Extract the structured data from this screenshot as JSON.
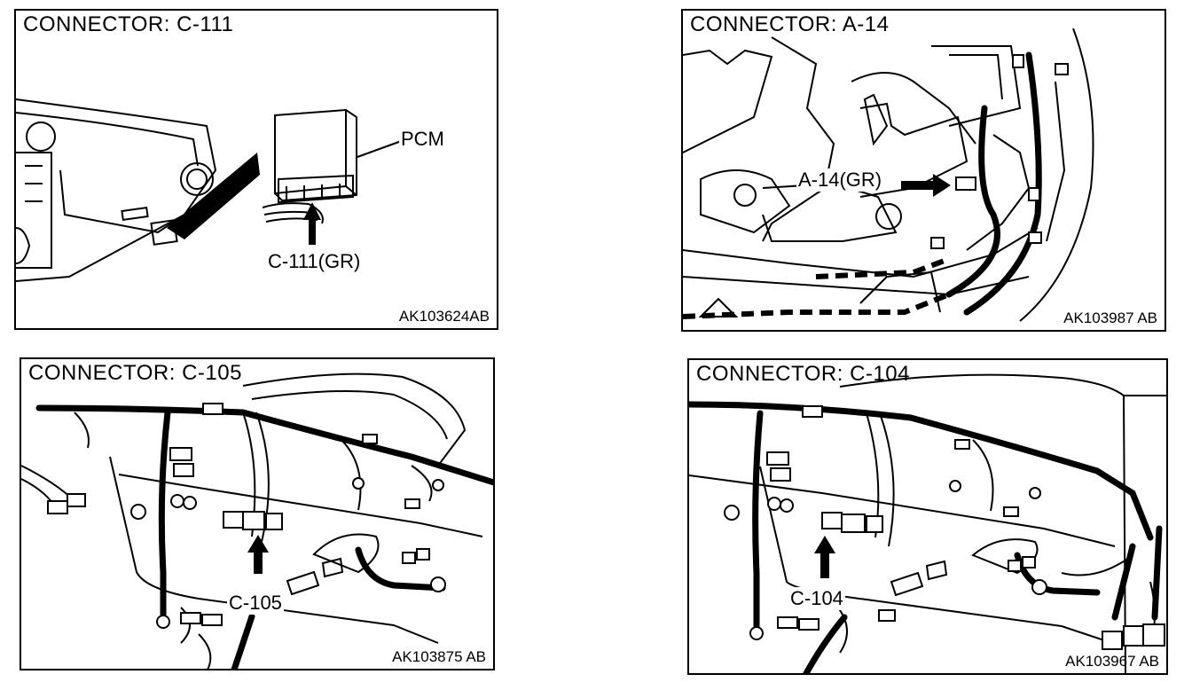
{
  "panels": [
    {
      "title": "CONNECTOR: C-111",
      "callouts": [
        "PCM",
        "C-111(GR)"
      ],
      "code": "AK103624AB"
    },
    {
      "title": "CONNECTOR: A-14",
      "callouts": [
        "A-14(GR)"
      ],
      "code": "AK103987 AB"
    },
    {
      "title": "CONNECTOR: C-105",
      "callouts": [
        "C-105"
      ],
      "code": "AK103875 AB"
    },
    {
      "title": "CONNECTOR: C-104",
      "callouts": [
        "C-104"
      ],
      "code": "AK103967 AB"
    }
  ]
}
